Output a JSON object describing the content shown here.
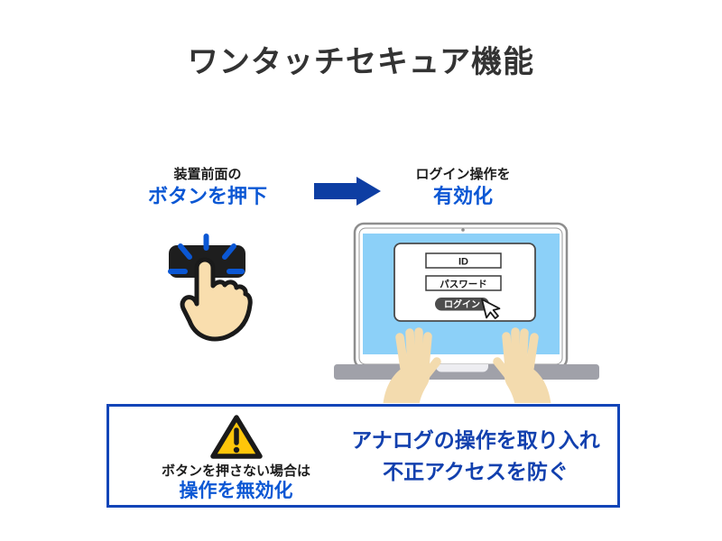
{
  "title": "ワンタッチセキュア機能",
  "flow": {
    "left_step": {
      "caption": "装置前面の",
      "action": "ボタンを押下"
    },
    "right_step": {
      "caption": "ログイン操作を",
      "action": "有効化"
    }
  },
  "laptop": {
    "id_label": "ID",
    "password_label": "パスワード",
    "login_label": "ログイン"
  },
  "bottom_box": {
    "warning_caption": "ボタンを押さない場合は",
    "warning_action": "操作を無効化",
    "message_line1": "アナログの操作を取り入れ",
    "message_line2": "不正アクセスを防ぐ"
  },
  "colors": {
    "accent_blue": "#0B57D4",
    "deep_blue": "#1240AE",
    "arrow_blue": "#0D3EA3",
    "box_border_blue": "#1245B8",
    "screen_blue": "#8CD0F8",
    "warning_yellow": "#FFC60A",
    "device_button_black": "#1E1E1E",
    "skin": "#F3DBAE"
  }
}
